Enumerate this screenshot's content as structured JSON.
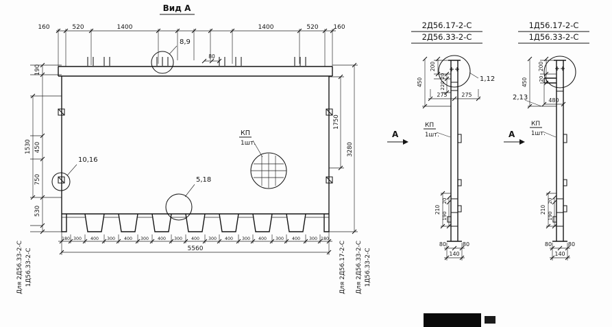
{
  "main": {
    "title": "Вид А",
    "top_dims": [
      "160",
      "520",
      "1400",
      "1400",
      "520",
      "160"
    ],
    "dim_80": "80",
    "left_dims": {
      "d190": "190",
      "d450": "450",
      "d1530": "1530",
      "d750": "750",
      "d530": "530"
    },
    "right_dims": {
      "d1750": "1750",
      "d3280": "3280"
    },
    "bottom_dims": [
      "180",
      "300",
      "400",
      "300",
      "400",
      "300",
      "400",
      "300",
      "400",
      "300",
      "400",
      "300",
      "400",
      "300",
      "400",
      "300",
      "180"
    ],
    "bottom_total": "5560",
    "callouts": {
      "top": "8,9",
      "left": "10,16",
      "bottom": "5,18",
      "kp": "КП",
      "kp_qty": "1шт."
    },
    "left_variants": [
      "Для 2Д56.33-2-С",
      "1Д56.33-2-С"
    ],
    "right_variants": [
      "Для 2Д56.17-2-С",
      "Для 2Д56.33-2-С",
      "1Д56.33-2-С"
    ]
  },
  "section_a": {
    "title_1": "2Д56.17-2-С",
    "title_2": "2Д56.33-2-С",
    "callout": "1,12",
    "kp": "КП",
    "kp_qty": "1шт.",
    "cut": "А",
    "d200": "200",
    "d20": "20",
    "d220": "220",
    "d450": "450",
    "d275l": "275",
    "d275r": "275",
    "d210": "210",
    "d20b": "20",
    "d190": "190",
    "d80l": "80",
    "d80r": "80",
    "d140": "140"
  },
  "section_b": {
    "title_1": "1Д56.17-2-С",
    "title_2": "1Д56.33-2-С",
    "callout": "2,13",
    "kp": "КП",
    "kp_qty": "1шт.",
    "cut": "А",
    "d200": "200",
    "d20": "20",
    "d450": "450",
    "d480": "480",
    "d210": "210",
    "d20b": "20",
    "d190": "190",
    "d80l": "80",
    "d80r": "80",
    "d140": "140"
  }
}
